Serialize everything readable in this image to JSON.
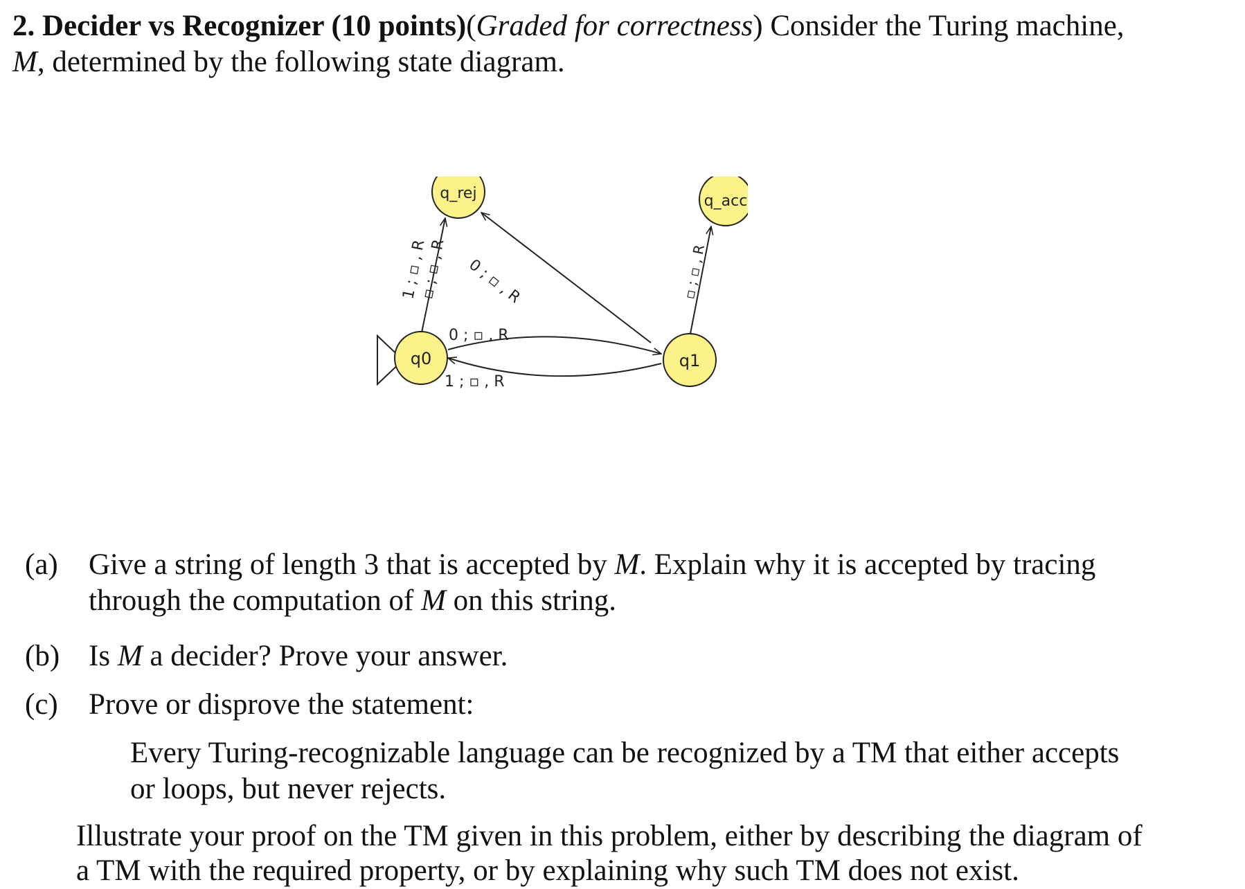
{
  "problem": {
    "number": "2.",
    "title": "Decider vs Recognizer (10 points)",
    "grading_note": "Graded for correctness",
    "intro_1": "Consider the Turing machine,",
    "machine_symbol": "M",
    "intro_2": ", determined by the following state diagram."
  },
  "diagram": {
    "states": {
      "q0": "q0",
      "q1": "q1",
      "q_rej": "q_rej",
      "q_acc": "q_acc"
    },
    "transitions": {
      "q0_to_rej_a": "1 ; ▫ , R",
      "q0_to_rej_b": "▫ ; ▫ , R",
      "q1_to_rej": "0 ; ▫ , R",
      "q0_to_q1": "0 ; ▫ , R",
      "q1_to_q0": "1 ; ▫ , R",
      "q1_to_acc": "▫ ; ▫ , R"
    }
  },
  "parts": {
    "a": {
      "label": "(a)",
      "line1_pre": "Give a string of length 3 that is accepted by",
      "line1_mid": ". Explain why it is accepted by tracing",
      "line2_pre": "through the computation of",
      "line2_post": "on this string."
    },
    "b": {
      "label": "(b)",
      "text_pre": "Is",
      "text_post": "a decider? Prove your answer."
    },
    "c": {
      "label": "(c)",
      "text": "Prove or disprove the statement:",
      "quote_1": "Every Turing-recognizable language can be recognized by a TM that either accepts",
      "quote_2": "or loops, but never rejects.",
      "followup_1": "Illustrate your proof on the TM given in this problem, either by describing the diagram of",
      "followup_2": "a TM with the required property, or by explaining why such TM does not exist."
    }
  }
}
